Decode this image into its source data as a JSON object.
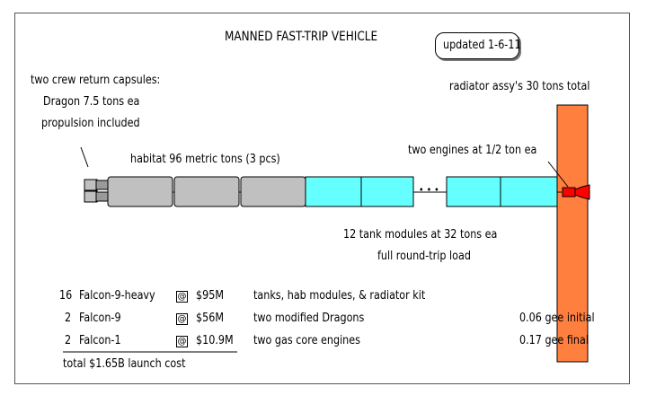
{
  "title": "MANNED FAST-TRIP VEHICLE",
  "updated": "updated 1-6-11",
  "capsules": {
    "line1": "two crew return capsules:",
    "line2": "Dragon 7.5 tons ea",
    "line3": "propulsion included"
  },
  "habitat_label": "habitat 96 metric tons (3 pcs)",
  "radiator_label": "radiator assy's 30 tons total",
  "engines_label": "two engines at 1/2 ton ea",
  "ellipsis": "• • •",
  "tanks": {
    "line1": "12 tank modules at 32 tons ea",
    "line2": "full round-trip load"
  },
  "launches": [
    {
      "count": "16",
      "vehicle": "Falcon-9-heavy",
      "at": "@",
      "price": "$95M",
      "payload": "tanks,  hab modules, & radiator kit"
    },
    {
      "count": "2",
      "vehicle": "Falcon-9",
      "at": "@",
      "price": "$56M",
      "payload": "two modified Dragons"
    },
    {
      "count": "2",
      "vehicle": "Falcon-1",
      "at": "@",
      "price": "$10.9M",
      "payload": "two gas core engines"
    }
  ],
  "total": "total $1.65B launch cost",
  "gee_initial": "0.06 gee initial",
  "gee_final": "0.17 gee final",
  "colors": {
    "habitat": "#c0c0c0",
    "tank": "#66ffff",
    "radiator": "#ff7f3f",
    "engine": "#ff0000"
  }
}
